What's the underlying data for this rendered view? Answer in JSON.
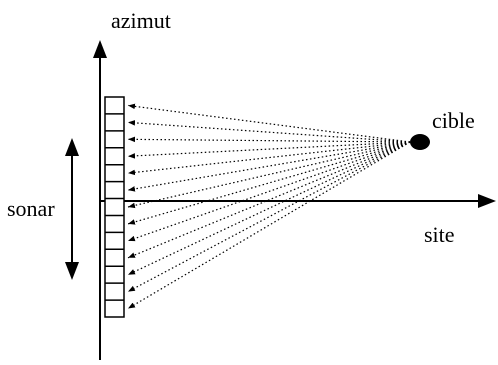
{
  "labels": {
    "vertical_axis": "azimut",
    "horizontal_axis": "site",
    "target": "cible",
    "array": "sonar"
  },
  "array": {
    "element_count": 13
  },
  "colors": {
    "ink": "#000000",
    "background": "#ffffff"
  }
}
